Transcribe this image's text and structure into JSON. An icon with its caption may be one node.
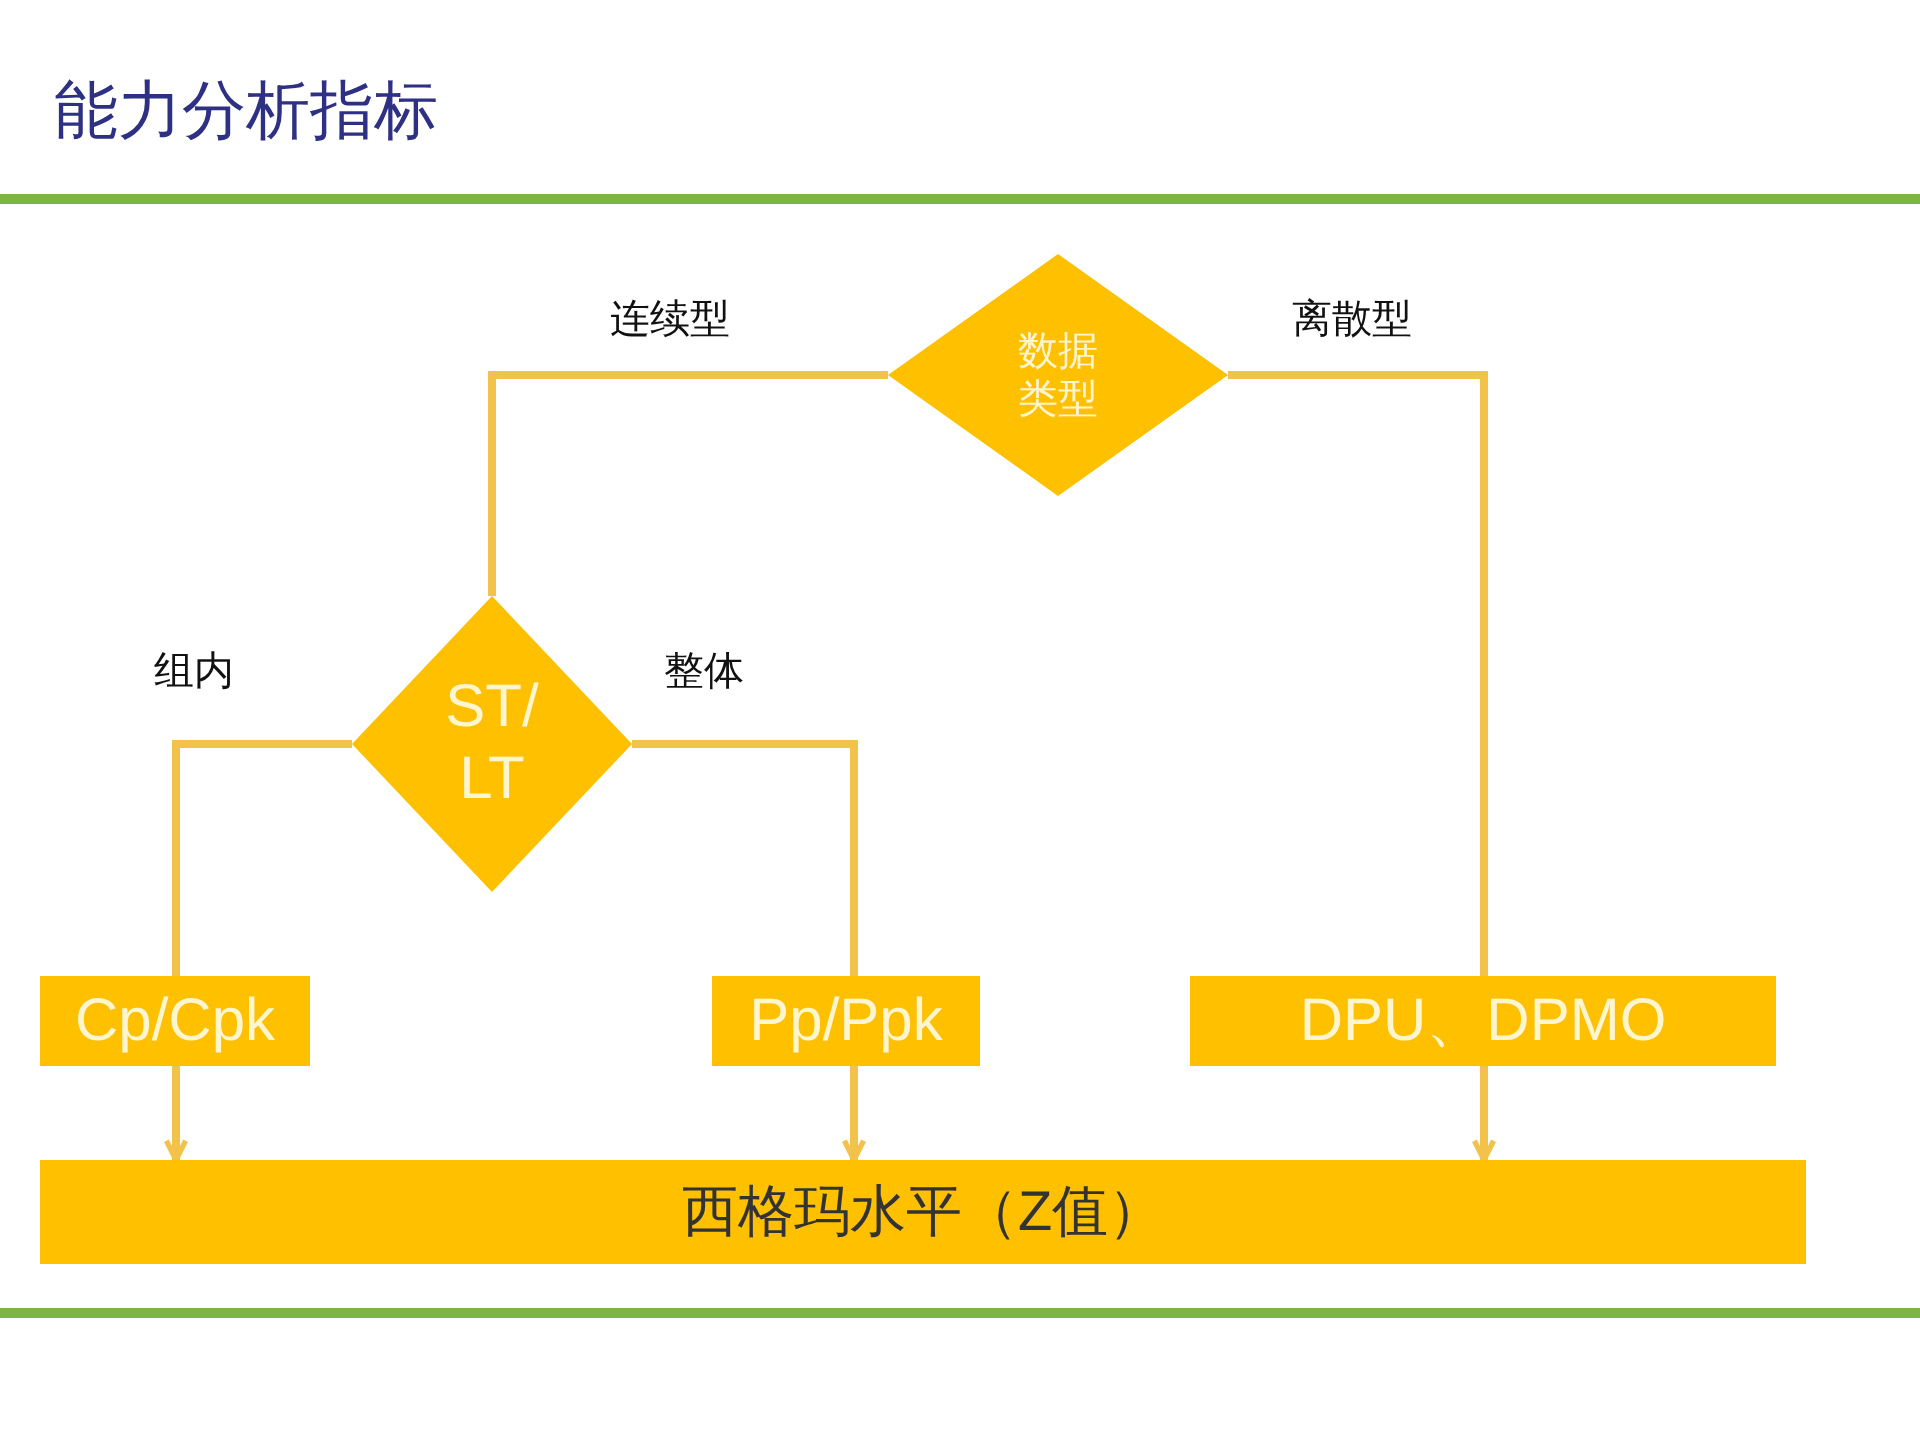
{
  "diagram": {
    "title": "能力分析指标",
    "nodes": [
      {
        "text": [
          "数据类型"
        ]
      },
      {
        "text": [
          "ST/ LT"
        ]
      },
      {
        "text": [
          "Cp/Cpk"
        ]
      },
      {
        "text": [
          "Pp/Ppk"
        ]
      },
      {
        "text": [
          "DPU、DPMO"
        ]
      },
      {
        "text": [
          "西格玛水平（Z值）"
        ]
      }
    ],
    "edges": [
      {
        "from": 0,
        "to": 1,
        "arrow": "none",
        "label": "连续型"
      },
      {
        "from": 0,
        "to": 4,
        "arrow": "none",
        "label": "离散型"
      },
      {
        "from": 1,
        "to": 2,
        "arrow": "none",
        "label": "组内"
      },
      {
        "from": 1,
        "to": 3,
        "arrow": "none",
        "label": "整体"
      },
      {
        "from": 2,
        "to": 5,
        "arrow": "to"
      },
      {
        "from": 3,
        "to": 5,
        "arrow": "to"
      },
      {
        "from": 4,
        "to": 5,
        "arrow": "to"
      }
    ]
  }
}
